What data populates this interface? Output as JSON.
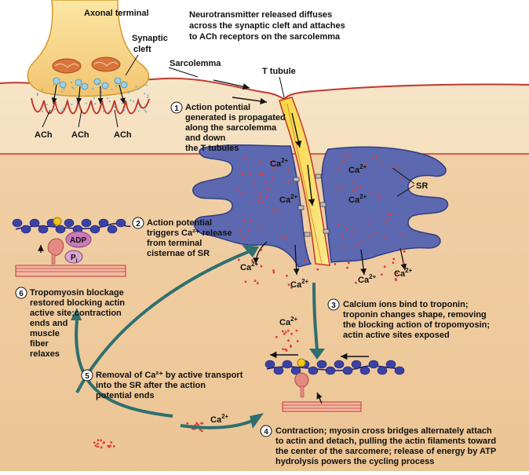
{
  "labels": {
    "axonal_terminal": "Axonal terminal",
    "synaptic": "Synaptic",
    "cleft": "cleft",
    "sarcolemma": "Sarcolemma",
    "t_tubule": "T tubule",
    "sr": "SR",
    "ach": "ACh",
    "ca": "Ca",
    "ca_sup": "2+",
    "adp": "ADP",
    "pi": "P",
    "pi_sub": "i"
  },
  "intro": [
    "Neurotransmitter released diffuses",
    "across the synaptic cleft and attaches",
    "to ACh receptors on the sarcolemma"
  ],
  "steps": [
    {
      "num": "1",
      "lines": [
        "Action potential",
        "generated is propagated",
        "along the sarcolemma",
        "and down",
        "the T tubules"
      ]
    },
    {
      "num": "2",
      "lines": [
        "Action potential",
        "triggers Ca²⁺ release",
        "from terminal",
        "cisternae of SR"
      ]
    },
    {
      "num": "3",
      "lines": [
        "Calcium ions bind to troponin;",
        "troponin changes shape, removing",
        "the blocking action of tropomyosin;",
        "actin active sites exposed"
      ]
    },
    {
      "num": "4",
      "lines": [
        "Contraction; myosin cross bridges alternately attach",
        "to actin and detach, pulling the actin filaments toward",
        "the center of the sarcomere; release of energy by ATP",
        "hydrolysis powers the cycling process"
      ]
    },
    {
      "num": "5",
      "lines": [
        "Removal of Ca²⁺ by active transport",
        "into the SR after the action",
        "potential ends"
      ]
    },
    {
      "num": "6",
      "lines": [
        "Tropomyosin blockage",
        "restored blocking actin",
        "active site;contraction",
        "ends and",
        "muscle",
        "fiber",
        "relaxes"
      ]
    }
  ]
}
